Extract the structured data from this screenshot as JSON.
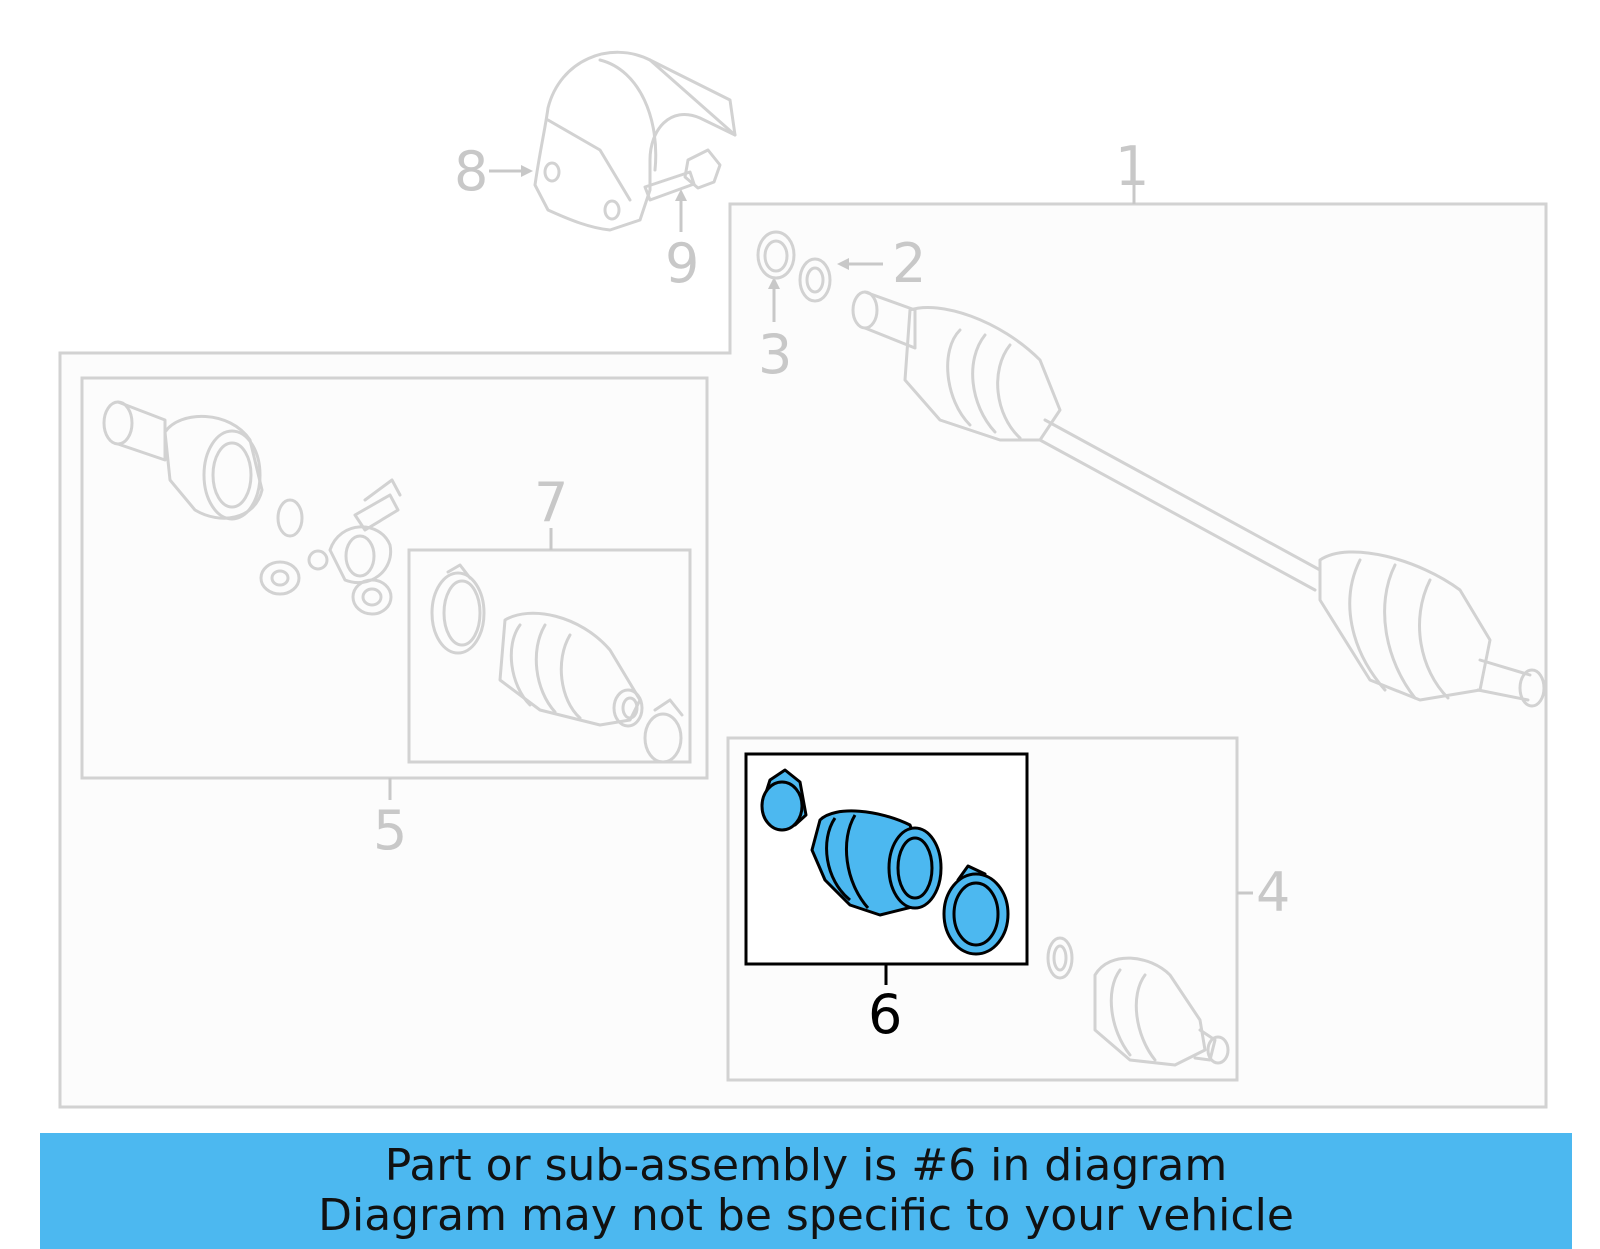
{
  "diagram": {
    "callouts": {
      "c1": "1",
      "c2": "2",
      "c3": "3",
      "c4": "4",
      "c5": "5",
      "c6": "6",
      "c7": "7",
      "c8": "8",
      "c9": "9"
    },
    "highlight_part": "6",
    "colors": {
      "highlight_fill": "#4cb8f0",
      "inactive_line": "#d2d2d2",
      "active_line": "#000000",
      "banner_bg": "#4cb8f0"
    }
  },
  "banner": {
    "line1": "Part or sub-assembly is #6 in diagram",
    "line2": "Diagram may not be specific to your vehicle"
  }
}
